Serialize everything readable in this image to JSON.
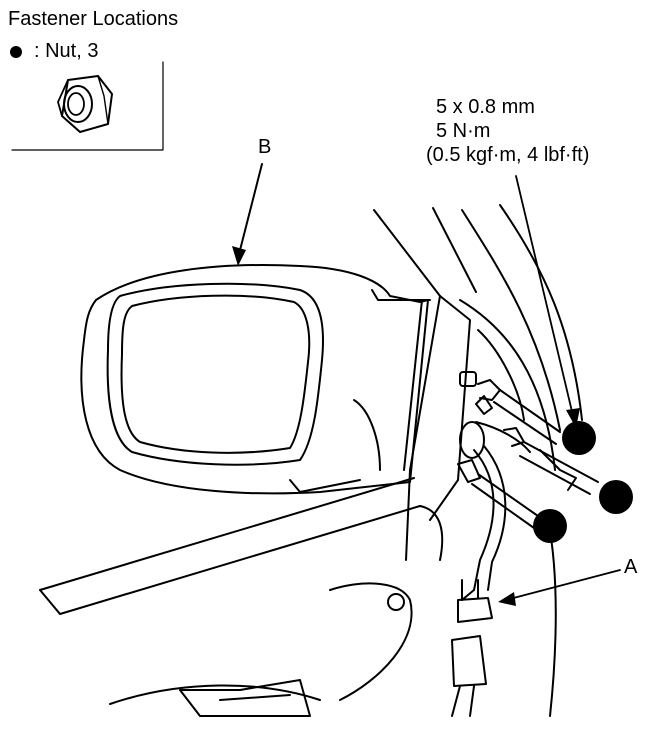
{
  "legend": {
    "title": "Fastener Locations",
    "item_label": ": Nut, 3"
  },
  "spec": {
    "line1": "5 x 0.8 mm",
    "line2": "5 N·m",
    "line3": "(0.5 kgf·m, 4 lbf·ft)"
  },
  "labels": {
    "a": "A",
    "b": "B"
  },
  "colors": {
    "ink": "#000000",
    "paper": "#ffffff"
  },
  "icons": {
    "legend_marker": "filled-circle-icon",
    "nut": "flange-nut-icon"
  }
}
